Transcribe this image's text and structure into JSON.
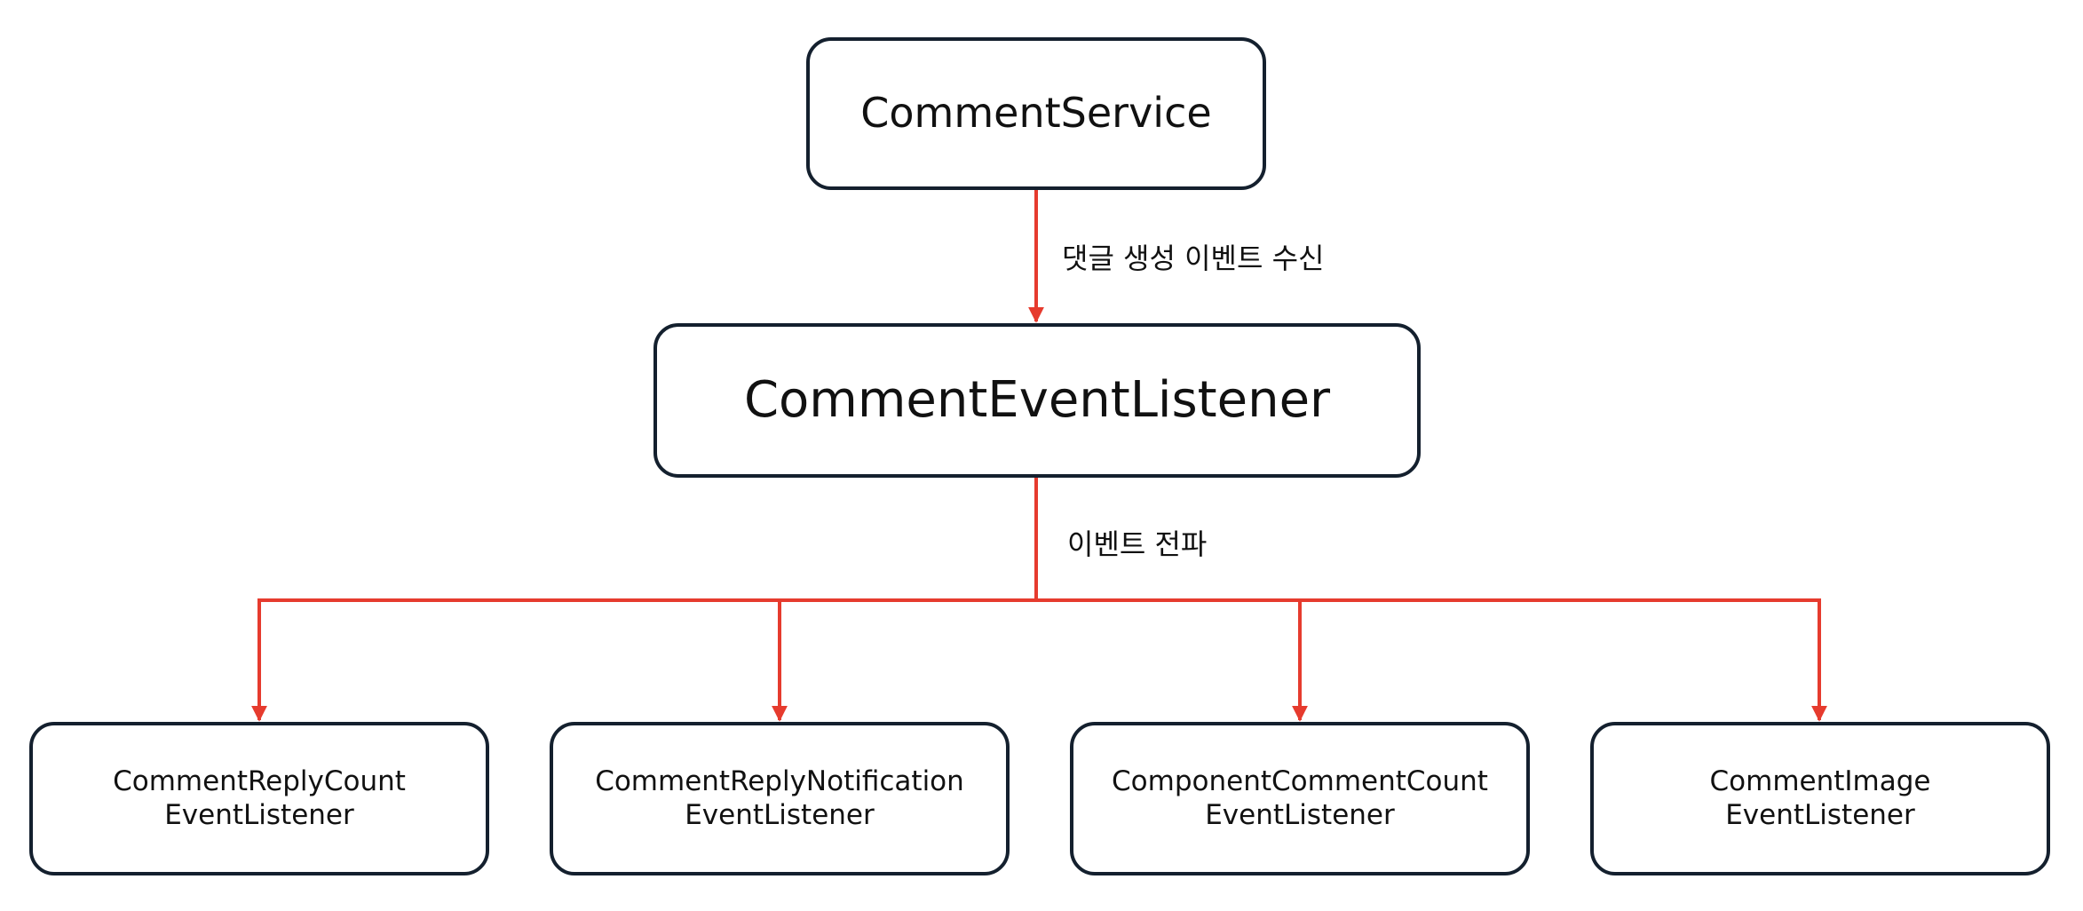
{
  "diagram": {
    "nodes": {
      "service": "CommentService",
      "listener": "CommentEventListener",
      "leaves": [
        "CommentReplyCount\nEventListener",
        "CommentReplyNotification\nEventListener",
        "ComponentCommentCount\nEventListener",
        "CommentImage\nEventListener"
      ]
    },
    "edges": {
      "receive_label": "댓글 생성 이벤트 수신",
      "propagate_label": "이벤트 전파"
    },
    "colors": {
      "arrow": "#e63b2e",
      "border": "#14202e"
    }
  }
}
